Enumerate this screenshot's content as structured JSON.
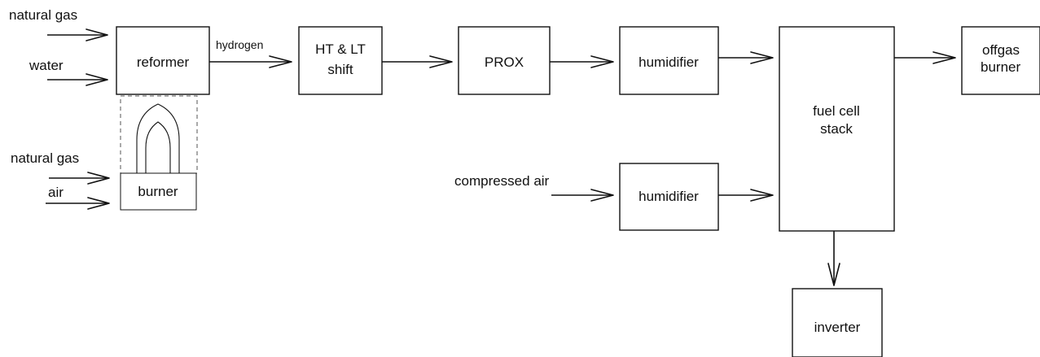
{
  "inputs": {
    "natural_gas_top": "natural gas",
    "water": "water",
    "natural_gas_burner": "natural gas",
    "air": "air",
    "compressed_air": "compressed air"
  },
  "flows": {
    "hydrogen": "hydrogen"
  },
  "boxes": {
    "reformer": "reformer",
    "burner": "burner",
    "shift_line1": "HT & LT",
    "shift_line2": "shift",
    "prox": "PROX",
    "humidifier_fuel": "humidifier",
    "humidifier_air": "humidifier",
    "stack_line1": "fuel cell",
    "stack_line2": "stack",
    "offgas_line1": "offgas",
    "offgas_line2": "burner",
    "inverter": "inverter"
  }
}
